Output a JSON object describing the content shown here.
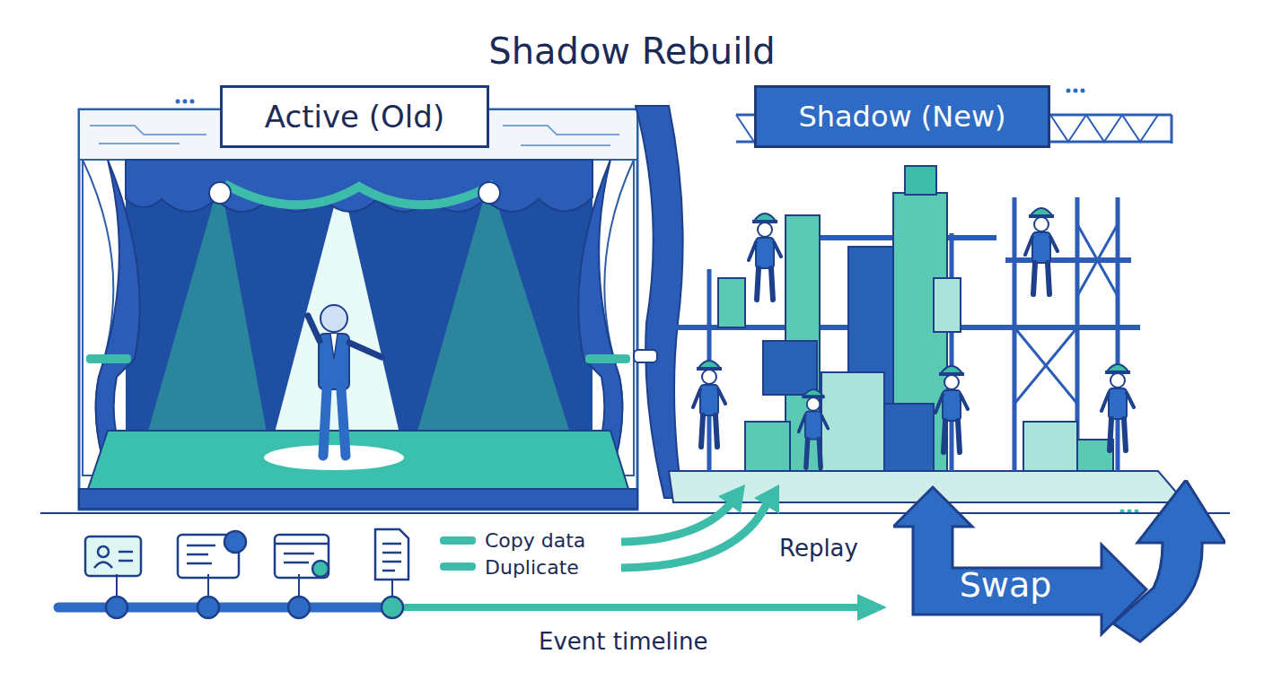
{
  "diagram": {
    "title": "Shadow Rebuild",
    "nodes": [
      {
        "text": [
          "Active (Old)"
        ]
      },
      {
        "text": [
          "Shadow (New)"
        ]
      },
      {
        "text": [
          "Swap"
        ]
      }
    ],
    "labels": [
      "Copy data",
      "Duplicate",
      "Replay",
      "Event timeline"
    ]
  }
}
